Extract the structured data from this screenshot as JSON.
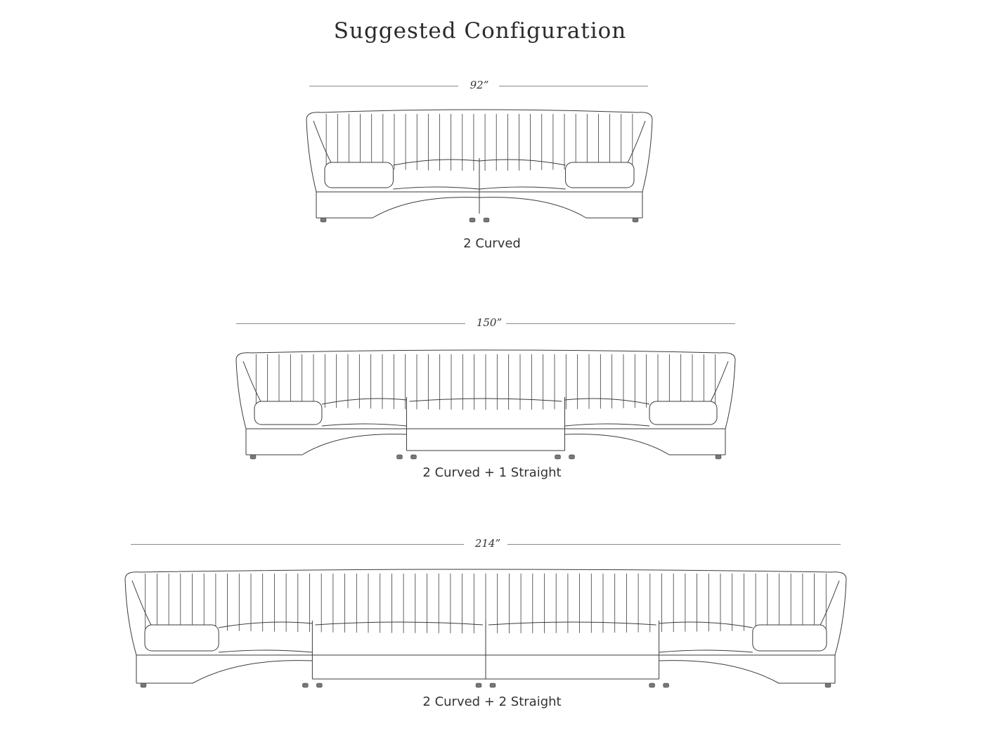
{
  "title": "Suggested Configuration",
  "configurations": [
    {
      "dimension": "92”",
      "caption": "2 Curved",
      "modules": [
        "curved",
        "curved"
      ]
    },
    {
      "dimension": "150”",
      "caption": "2 Curved + 1 Straight",
      "modules": [
        "curved",
        "straight",
        "curved"
      ]
    },
    {
      "dimension": "214”",
      "caption": "2 Curved + 2 Straight",
      "modules": [
        "curved",
        "straight",
        "straight",
        "curved"
      ]
    }
  ],
  "colors": {
    "line": "#3a3a3a",
    "rule": "#8a8a8a",
    "text": "#2b2b2b"
  }
}
